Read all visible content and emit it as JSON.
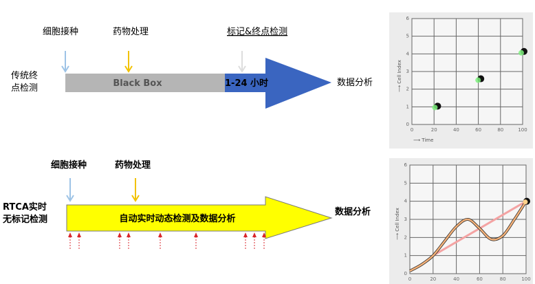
{
  "traditional": {
    "label_line1": "传统终",
    "label_line2": "点检测",
    "step_seeding": "细胞接种",
    "step_drug": "药物处理",
    "step_label": "标记&终点检测",
    "bar_text": "Black Box",
    "duration": "1-24 小时",
    "result": "数据分析"
  },
  "rtca": {
    "label_line1": "RTCA实时",
    "label_line2": "无标记检测",
    "step_seeding": "细胞接种",
    "step_drug": "药物处理",
    "bar_text": "自动实时动态检测及数据分析",
    "result": "数据分析",
    "measure_marks": 9
  },
  "colors": {
    "blue_arrow": "#3a65c0",
    "gray_bar": "#b5b5b5",
    "yellow": "#ffff00",
    "seed_arrow": "#9dc3e6",
    "drug_arrow": "#f2c200",
    "red_marks": "#d9262b"
  },
  "chart_data": [
    {
      "type": "scatter",
      "xlabel": "Time",
      "ylabel": "Cell Index",
      "xlim": [
        0,
        100
      ],
      "ylim": [
        0,
        6
      ],
      "xticks": [
        "0",
        "20",
        "40",
        "60",
        "80",
        "100"
      ],
      "yticks": [
        "0",
        "1",
        "2",
        "3",
        "4",
        "5",
        "6"
      ],
      "grid": true,
      "points": [
        {
          "x": 22,
          "y": 1.0
        },
        {
          "x": 61,
          "y": 2.55
        },
        {
          "x": 100,
          "y": 4.1
        }
      ]
    },
    {
      "type": "line",
      "ylabel": "Cell Index",
      "xlim": [
        0,
        100
      ],
      "ylim": [
        0,
        6
      ],
      "xticks": [
        "0",
        "20",
        "40",
        "60",
        "80",
        "100"
      ],
      "yticks": [
        "0",
        "1",
        "2",
        "3",
        "4",
        "5",
        "6"
      ],
      "grid": true,
      "series": [
        {
          "name": "curve",
          "x": [
            0,
            10,
            20,
            30,
            40,
            50,
            60,
            70,
            80,
            90,
            100
          ],
          "y": [
            0.15,
            0.5,
            1.0,
            1.8,
            2.6,
            3.0,
            2.5,
            1.9,
            2.1,
            3.0,
            4.0
          ]
        },
        {
          "name": "endpoint-line",
          "x": [
            20,
            100
          ],
          "y": [
            1.0,
            4.0
          ]
        }
      ]
    }
  ]
}
